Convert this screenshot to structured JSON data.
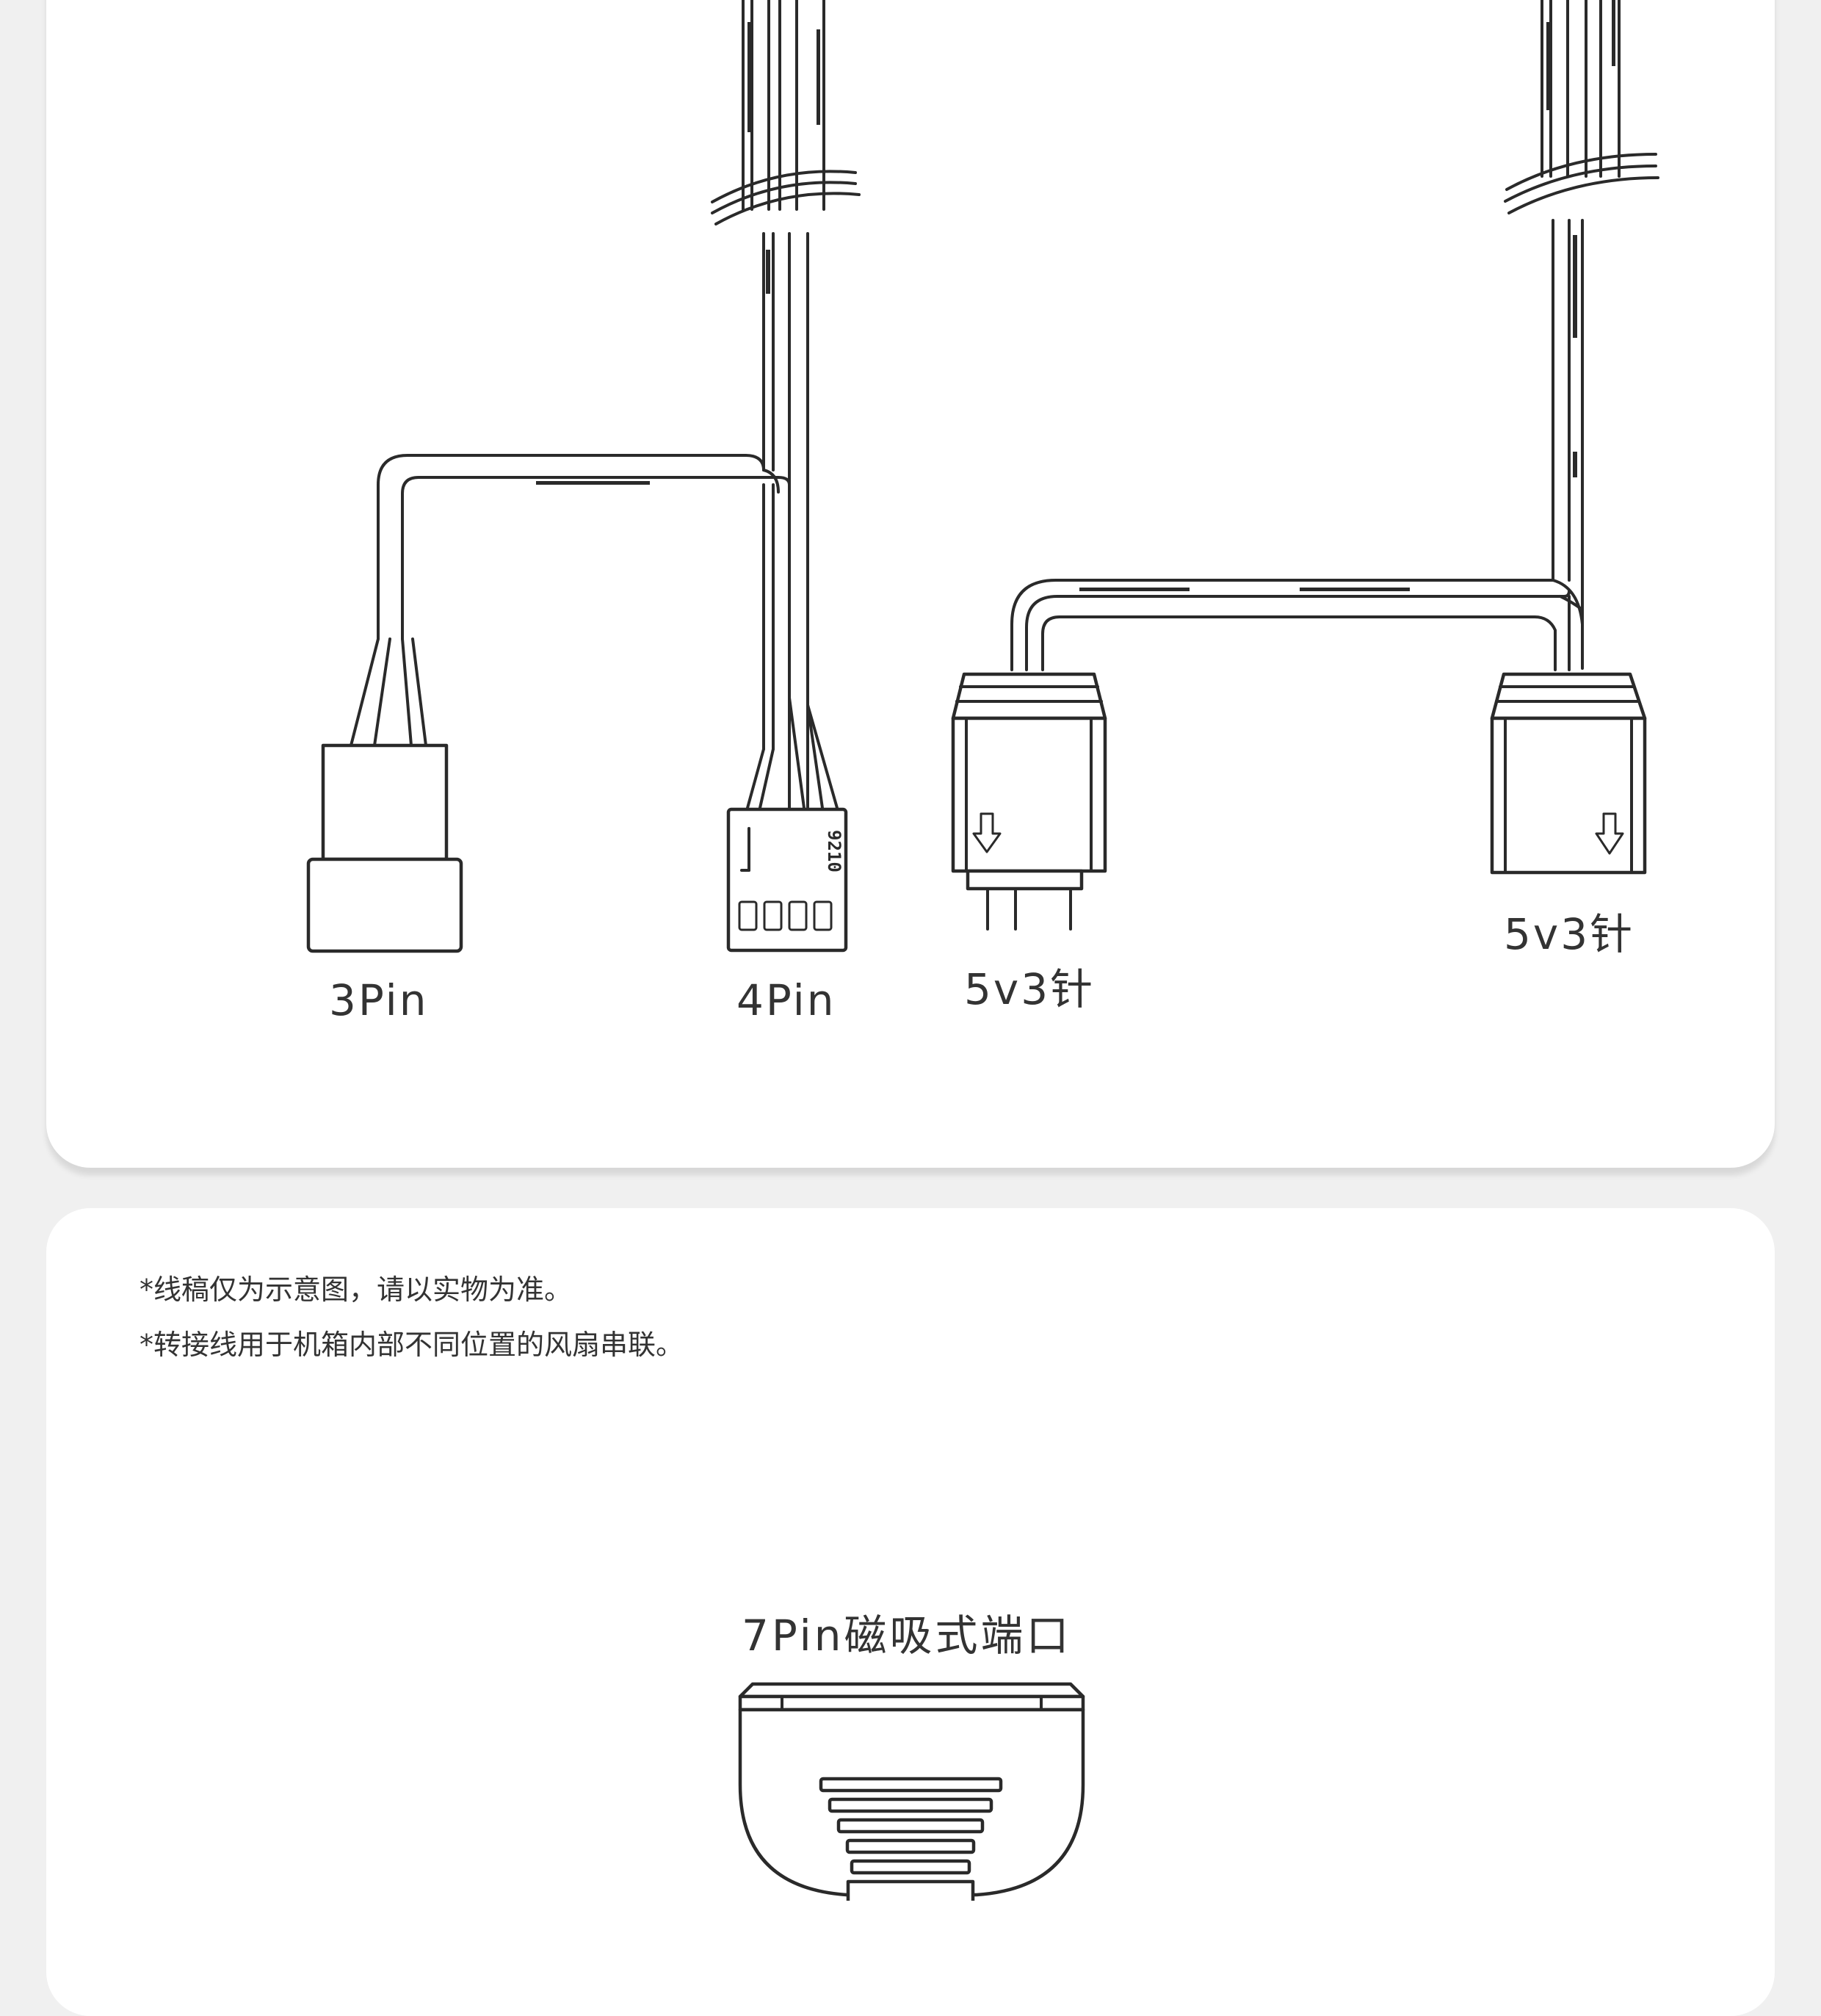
{
  "connectors": {
    "pin3": "3Pin",
    "pin4": "4Pin",
    "fan_left": "5v3针",
    "fan_right": "5v3针",
    "pin4_mark": "9210"
  },
  "notes": [
    "*线稿仅为示意图，请以实物为准。",
    "*转接线用于机箱内部不同位置的风扇串联。"
  ],
  "port_title": "7Pin磁吸式端口",
  "colors": {
    "background": "#f0f0f0",
    "card": "#ffffff",
    "line": "#2a2a2a"
  }
}
